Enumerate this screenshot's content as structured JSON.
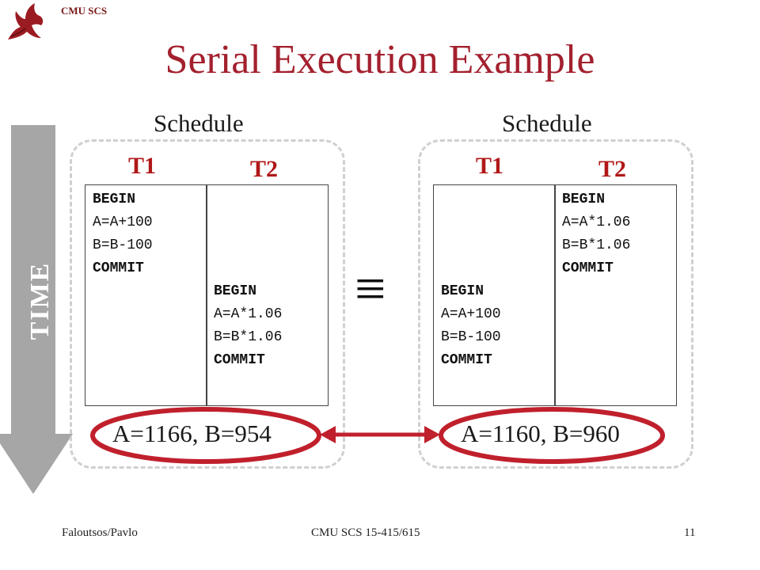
{
  "header": {
    "label": "CMU SCS"
  },
  "slide": {
    "title": "Serial Execution Example",
    "time_label": "TIME",
    "equivalence_symbol": "≡"
  },
  "schedules": [
    {
      "label": "Schedule",
      "t1_label": "T1",
      "t2_label": "T2",
      "t1_ops": [
        "BEGIN",
        "A=A+100",
        "B=B-100",
        "COMMIT"
      ],
      "t2_ops": [
        "BEGIN",
        "A=A*1.06",
        "B=B*1.06",
        "COMMIT"
      ],
      "result": "A=1166, B=954"
    },
    {
      "label": "Schedule",
      "t1_label": "T1",
      "t2_label": "T2",
      "t1_ops": [
        "BEGIN",
        "A=A+100",
        "B=B-100",
        "COMMIT"
      ],
      "t2_ops": [
        "BEGIN",
        "A=A*1.06",
        "B=B*1.06",
        "COMMIT"
      ],
      "result": "A=1160, B=960"
    }
  ],
  "colors": {
    "title": "#a3202e",
    "transaction_label": "#b01818",
    "highlight_ellipse": "#c0202c",
    "time_arrow": "#a6a6a6"
  },
  "footer": {
    "left": "Faloutsos/Pavlo",
    "center": "CMU SCS 15-415/615",
    "page": "11"
  }
}
